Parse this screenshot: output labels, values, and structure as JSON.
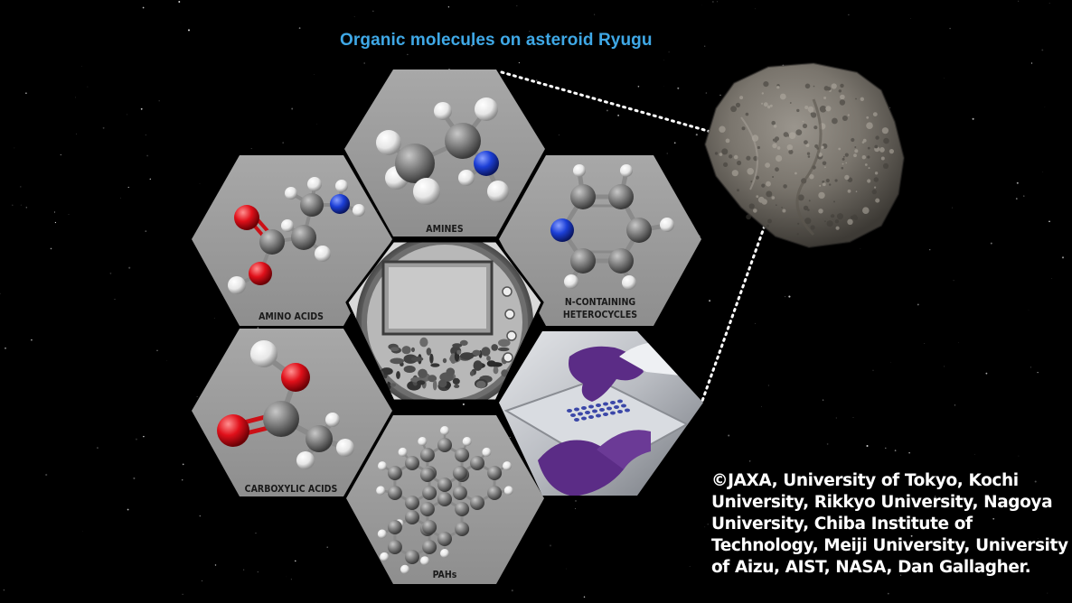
{
  "title": "Organic molecules on asteroid Ryugu",
  "hexagons": {
    "amines": "AMINES",
    "amino_acids": "AMINO ACIDS",
    "heterocycles_line1": "N-CONTAINING",
    "heterocycles_line2": "HETEROCYCLES",
    "carboxylic_acids": "CARBOXYLIC ACIDS",
    "pahs": "PAHs"
  },
  "credit_lines": [
    "©JAXA, University of Tokyo, Kochi",
    "University, Rikkyo University, Nagoya",
    "University, Chiba Institute of",
    "Technology, Meiji University, University",
    "of Aizu, AIST, NASA, Dan Gallagher."
  ],
  "colors": {
    "title": "#3fa8e6",
    "background": "#000000",
    "hex_fill": "#9a9a9a",
    "oxygen": "#e0101a",
    "nitrogen": "#1c3fd6",
    "carbon": "#6e6e6e",
    "hydrogen": "#ffffff",
    "glove": "#5b2c86"
  },
  "icons": {
    "asteroid": "asteroid-ryugu",
    "sample_container": "sample-container-photo",
    "lab_handling": "lab-gloved-hand-photo"
  }
}
